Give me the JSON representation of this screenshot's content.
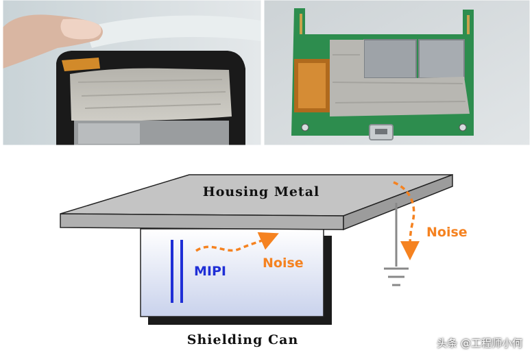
{
  "diagram": {
    "housing_label": "Housing Metal",
    "mipi_label": "MIPI",
    "noise_label_inner": "Noise",
    "noise_label_outer": "Noise",
    "shield_label": "Shielding Can"
  },
  "colors": {
    "housing_fill": "#c4c4c4",
    "shield_fill_top": "#ffffff",
    "shield_fill_bottom": "#c9d2ec",
    "mipi_blue": "#1f2fd6",
    "noise_orange": "#f58220",
    "ground_gray": "#888888"
  },
  "icons": {
    "ground": "ground-symbol-icon",
    "noise_arrow": "dashed-arrow-icon"
  },
  "watermark": "头条 @工程师小何"
}
